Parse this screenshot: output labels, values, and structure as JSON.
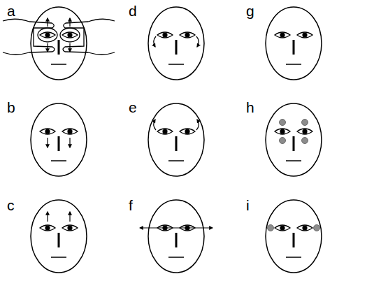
{
  "diagram": {
    "labels": [
      "a",
      "d",
      "g",
      "b",
      "e",
      "h",
      "c",
      "f",
      "i"
    ]
  }
}
